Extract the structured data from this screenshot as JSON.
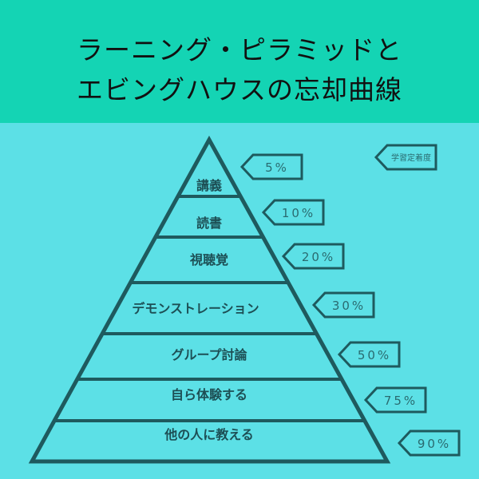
{
  "header": {
    "title_line1": "ラーニング・ピラミッドと",
    "title_line2": "エビングハウスの忘却曲線"
  },
  "legend": {
    "label": "学習定着度"
  },
  "levels": [
    {
      "label": "講義",
      "retention": "5%"
    },
    {
      "label": "読書",
      "retention": "10%"
    },
    {
      "label": "視聴覚",
      "retention": "20%"
    },
    {
      "label": "デモンストレーション",
      "retention": "30%"
    },
    {
      "label": "グループ討論",
      "retention": "50%"
    },
    {
      "label": "自ら体験する",
      "retention": "75%"
    },
    {
      "label": "他の人に教える",
      "retention": "90%"
    }
  ],
  "colors": {
    "header": "#14d4b4",
    "background": "#5ce0e6",
    "stroke": "#1e5a5e"
  }
}
